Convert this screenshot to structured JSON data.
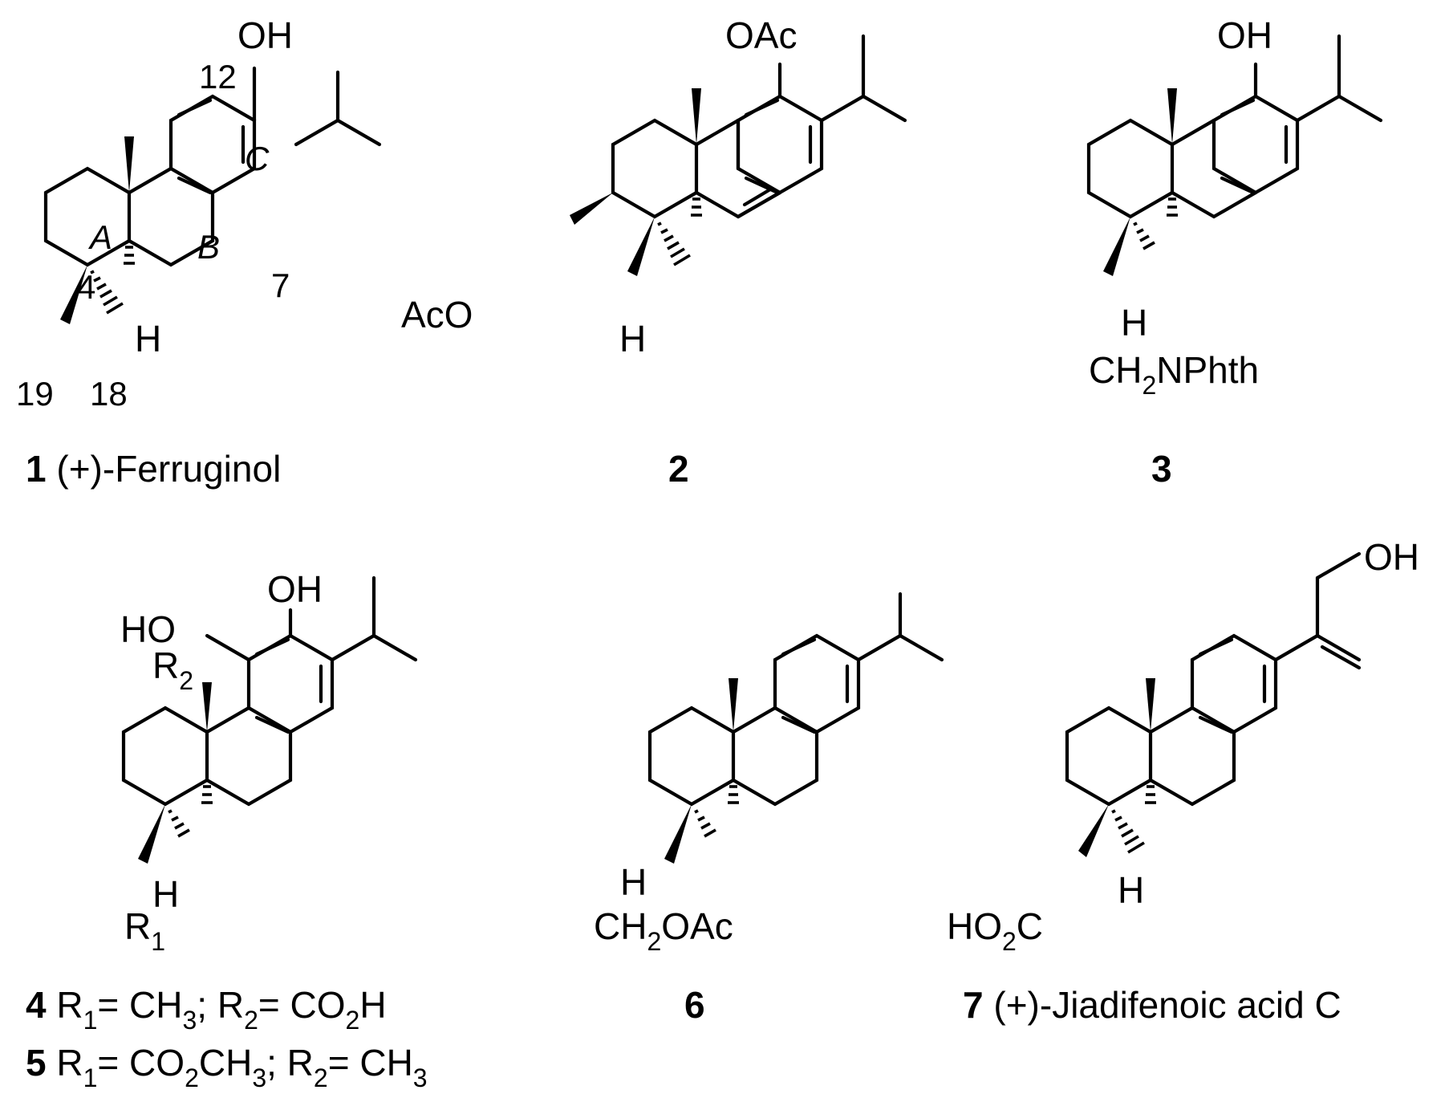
{
  "compounds": [
    {
      "number": "1",
      "name": "(+)-Ferruginol"
    },
    {
      "number": "2",
      "name": ""
    },
    {
      "number": "3",
      "name": ""
    },
    {
      "number": "4",
      "r1_label": "R",
      "r1_sub": "1",
      "r1_value": "= CH",
      "r1_value_sub": "3",
      "sep": "; ",
      "r2_label": "R",
      "r2_sub": "2",
      "r2_value": "= CO",
      "r2_value_sub": "2",
      "r2_value_tail": "H"
    },
    {
      "number": "5",
      "r1_label": "R",
      "r1_sub": "1",
      "r1_value": "= CO",
      "r1_value_sub": "2",
      "r1_value_tail": "CH",
      "r1_value_sub2": "3",
      "sep": "; ",
      "r2_label": "R",
      "r2_sub": "2",
      "r2_value": "= CH",
      "r2_value_sub": "3"
    },
    {
      "number": "6",
      "name": ""
    },
    {
      "number": "7",
      "name": "(+)-Jiadifenoic acid C"
    }
  ],
  "atoms": {
    "oh": "OH",
    "oac": "OAc",
    "aco": "AcO",
    "h": "H",
    "ho": "HO",
    "ch2": "CH",
    "two": "2",
    "nphth": "NPhth",
    "oac_tail": "OAc",
    "r": "R",
    "r1_sub": "1",
    "r2_sub": "2",
    "ho2c_a": "HO",
    "ho2c_sub": "2",
    "ho2c_b": "C"
  },
  "numbering": {
    "c12": "12",
    "c4": "4",
    "c7": "7",
    "c19": "19",
    "c18": "18"
  },
  "rings": {
    "a": "A",
    "b": "B",
    "c": "C"
  }
}
